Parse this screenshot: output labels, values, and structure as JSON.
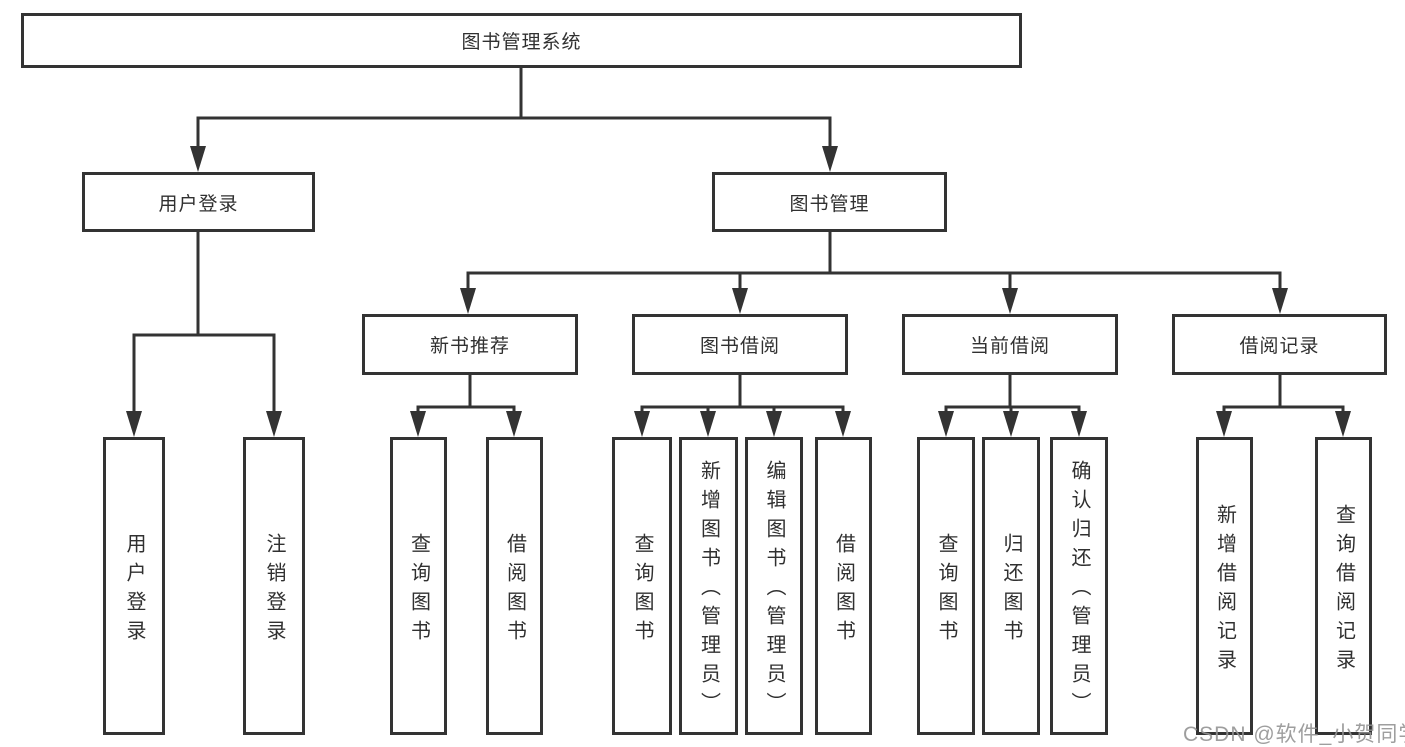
{
  "tree": {
    "root": "图书管理系统",
    "branches": [
      {
        "label": "用户登录",
        "children": [
          "用户登录",
          "注销登录"
        ]
      },
      {
        "label": "图书管理",
        "sections": [
          {
            "label": "新书推荐",
            "children": [
              "查询图书",
              "借阅图书"
            ]
          },
          {
            "label": "图书借阅",
            "children": [
              "查询图书",
              "新增图书（管理员）",
              "编辑图书（管理员）",
              "借阅图书"
            ]
          },
          {
            "label": "当前借阅",
            "children": [
              "查询图书",
              "归还图书",
              "确认归还（管理员）"
            ]
          },
          {
            "label": "借阅记录",
            "children": [
              "新增借阅记录",
              "查询借阅记录"
            ]
          }
        ]
      }
    ]
  },
  "watermark": "CSDN @软件_小贺同学",
  "colors": {
    "line": "#333333",
    "box_border": "#333333",
    "text": "#303030",
    "watermark": "#949494",
    "background": "#ffffff"
  }
}
